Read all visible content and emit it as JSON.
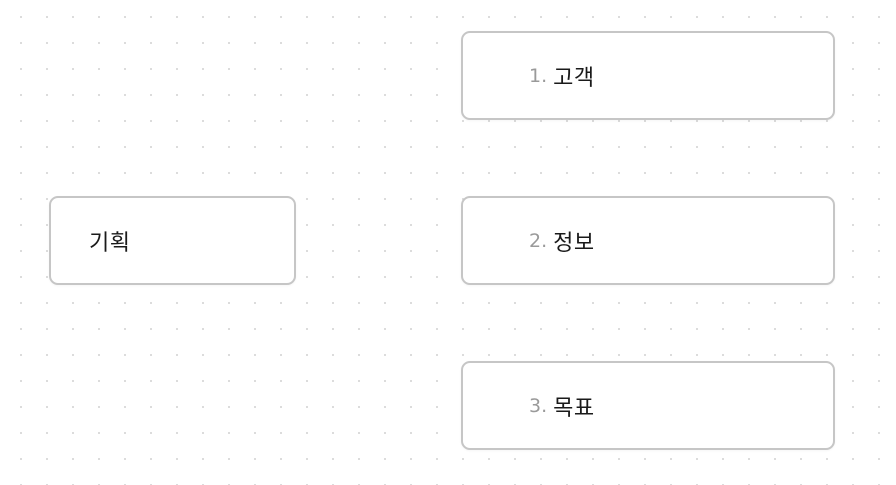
{
  "diagram": {
    "root": {
      "label": "기획"
    },
    "children": [
      {
        "number": "1.",
        "label": "고객"
      },
      {
        "number": "2.",
        "label": "정보"
      },
      {
        "number": "3.",
        "label": "목표"
      }
    ],
    "colors": {
      "node_border": "#c6c6c6",
      "node_fill": "#ffffff",
      "text": "#1a1a1a",
      "number_text": "#9a9a9a",
      "grid_dot": "#d9d9d9"
    }
  }
}
